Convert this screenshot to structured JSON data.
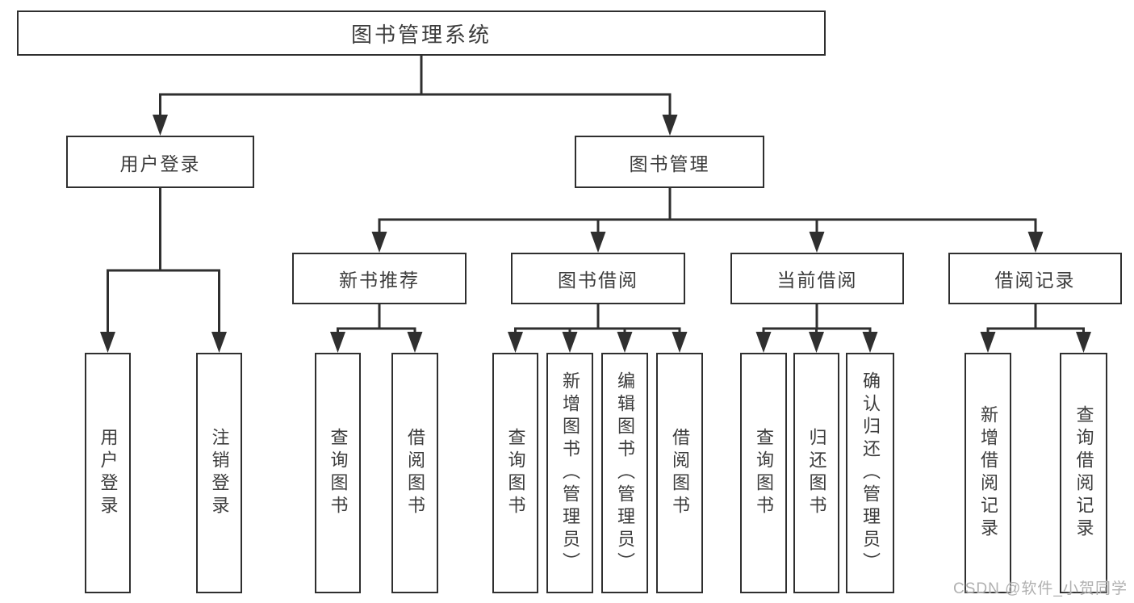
{
  "colors": {
    "line": "#2f2f2f",
    "box_border": "#2f2f2f",
    "text": "#3c3c3c",
    "background": "#ffffff",
    "watermark": "#b0b0b0"
  },
  "tree": {
    "root": {
      "label": "图书管理系统"
    },
    "branches": [
      {
        "label": "用户登录",
        "children": [
          "用户登录",
          "注销登录"
        ]
      },
      {
        "label": "图书管理",
        "groups": [
          {
            "label": "新书推荐",
            "children": [
              "查询图书",
              "借阅图书"
            ]
          },
          {
            "label": "图书借阅",
            "children": [
              "查询图书",
              "新增图书（管理员）",
              "编辑图书（管理员）",
              "借阅图书"
            ]
          },
          {
            "label": "当前借阅",
            "children": [
              "查询图书",
              "归还图书",
              "确认归还（管理员）"
            ]
          },
          {
            "label": "借阅记录",
            "children": [
              "新增借阅记录",
              "查询借阅记录"
            ]
          }
        ]
      }
    ]
  },
  "watermark": {
    "text": "CSDN @软件_小贺同学"
  }
}
